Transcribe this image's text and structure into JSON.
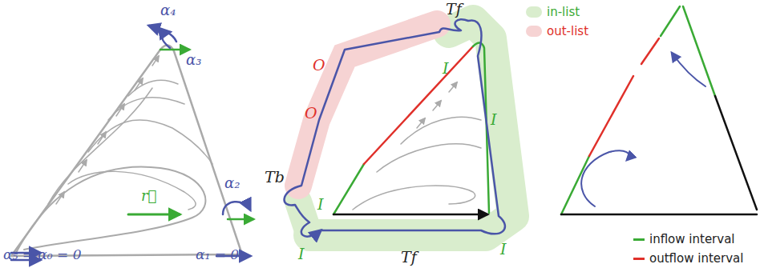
{
  "diagram": {
    "labels": [
      "α₄",
      "α₃",
      "α₂",
      "α₅ = α₀ = 0",
      "α₁ = 0",
      "r⃗",
      "Tf",
      "O",
      "O",
      "Tb",
      "I",
      "I",
      "I",
      "I",
      "I",
      "Tf"
    ],
    "legend": [
      {
        "text": "in-list",
        "color": "#d9edcd"
      },
      {
        "text": "out-list",
        "color": "#f6d3d3"
      },
      {
        "text": "inflow interval"
      },
      {
        "text": "outflow interval"
      }
    ]
  }
}
